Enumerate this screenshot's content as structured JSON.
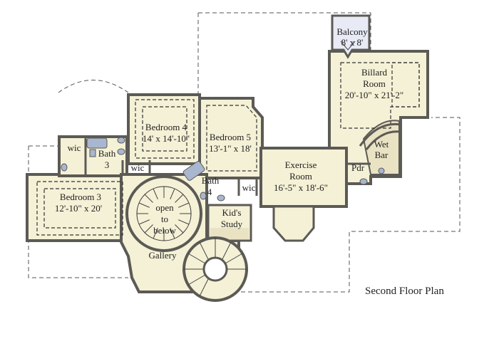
{
  "caption": "Second Floor Plan",
  "colors": {
    "floor": "#f4f1d6",
    "wall": "#5c5a55",
    "wall_shadow": "#8f8d87",
    "tile": "#e9e3c4",
    "fixture": "#a9b6cf",
    "balcony": "#e8ebf6",
    "outline_dashed": "#555555"
  },
  "rooms": {
    "balcony": {
      "name": "Balcony",
      "size": "8' x 8'"
    },
    "billiard": {
      "name1": "Billard",
      "name2": "Room",
      "size": "20'-10\" x 21'-2\""
    },
    "bedroom4": {
      "name": "Bedroom 4",
      "size": "14' x 14'-10\""
    },
    "bedroom5": {
      "name": "Bedroom 5",
      "size": "13'-1\" x 18'"
    },
    "bedroom3": {
      "name": "Bedroom 3",
      "size": "12'-10\" x 20'"
    },
    "bath3": {
      "name": "Bath",
      "num": "3"
    },
    "bath4": {
      "name": "Bath",
      "num": "4"
    },
    "wic_left": "wic",
    "wic_mid": "wic",
    "wic_right": "wic",
    "exercise": {
      "name": "Exercise",
      "name2": "Room",
      "size": "16'-5\" x 18'-6\""
    },
    "wet_bar": {
      "name1": "Wet",
      "name2": "Bar"
    },
    "pdr": "Pdr",
    "kids_study": {
      "name1": "Kid's",
      "name2": "Study"
    },
    "open_below": {
      "line1": "open",
      "line2": "to",
      "line3": "below"
    },
    "gallery": "Gallery"
  }
}
